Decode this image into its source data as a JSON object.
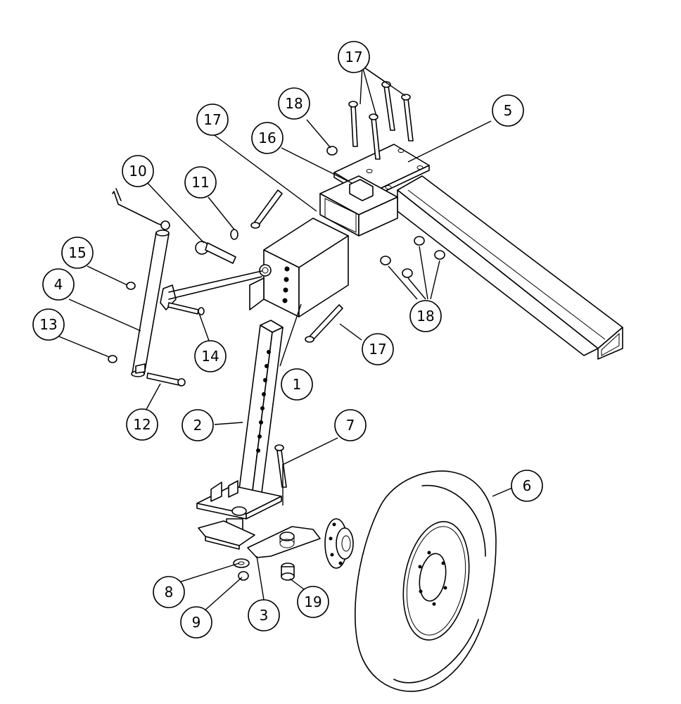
{
  "diagram": {
    "callouts": [
      {
        "id": "c1",
        "label": "1"
      },
      {
        "id": "c2",
        "label": "2"
      },
      {
        "id": "c3",
        "label": "3"
      },
      {
        "id": "c4",
        "label": "4"
      },
      {
        "id": "c5",
        "label": "5"
      },
      {
        "id": "c6",
        "label": "6"
      },
      {
        "id": "c7",
        "label": "7"
      },
      {
        "id": "c8",
        "label": "8"
      },
      {
        "id": "c9",
        "label": "9"
      },
      {
        "id": "c10",
        "label": "10"
      },
      {
        "id": "c11",
        "label": "11"
      },
      {
        "id": "c12",
        "label": "12"
      },
      {
        "id": "c13",
        "label": "13"
      },
      {
        "id": "c14",
        "label": "14"
      },
      {
        "id": "c15",
        "label": "15"
      },
      {
        "id": "c16",
        "label": "16"
      },
      {
        "id": "c17a",
        "label": "17"
      },
      {
        "id": "c17b",
        "label": "17"
      },
      {
        "id": "c17c",
        "label": "17"
      },
      {
        "id": "c18a",
        "label": "18"
      },
      {
        "id": "c18b",
        "label": "18"
      },
      {
        "id": "c19",
        "label": "19"
      }
    ]
  }
}
